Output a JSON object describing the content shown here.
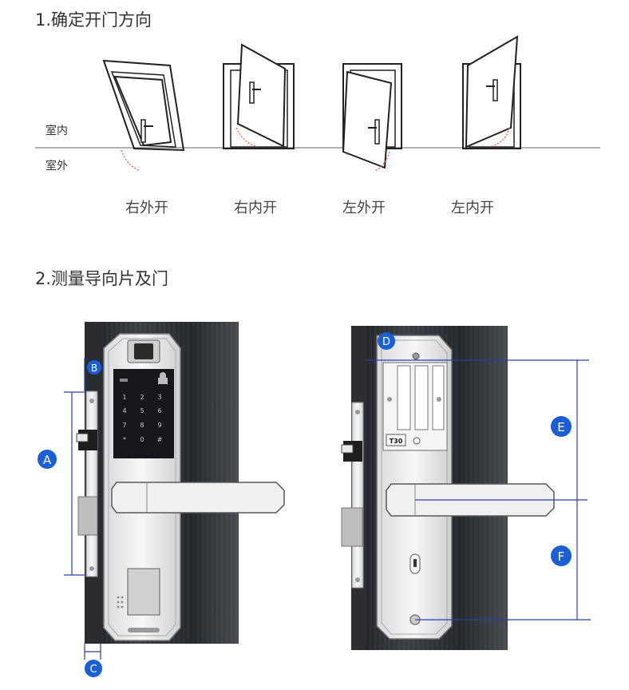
{
  "section1": {
    "title": "1.确定开门方向",
    "indoor_label": "室内",
    "outdoor_label": "室外",
    "doors": [
      {
        "label": "右外开"
      },
      {
        "label": "右内开"
      },
      {
        "label": "左外开"
      },
      {
        "label": "左内开"
      }
    ]
  },
  "section2": {
    "title": "2.测量导向片及门",
    "markers": [
      "A",
      "B",
      "C",
      "D",
      "E",
      "F"
    ],
    "back_plate_text": "T30",
    "colors": {
      "marker": "#1a5fd6",
      "dimension_line": "#2c3fb0"
    }
  }
}
